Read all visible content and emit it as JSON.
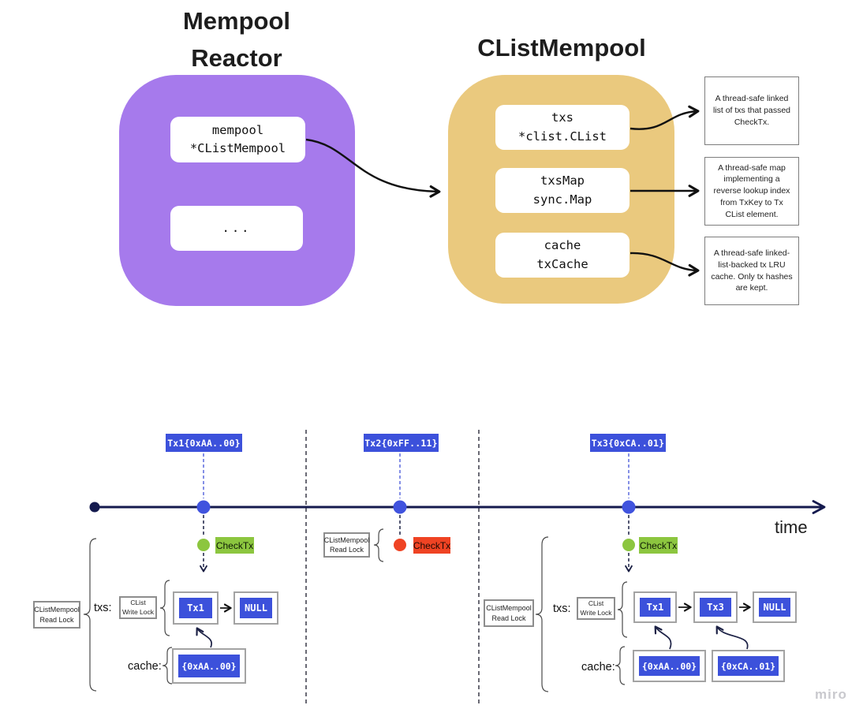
{
  "board": {
    "reactor": {
      "title_line1": "Mempool",
      "title_line2": "Reactor",
      "pill_main_line1": "mempool",
      "pill_main_line2": "*CListMempool",
      "pill_ellipsis": "..."
    },
    "clist": {
      "title": "CListMempool",
      "pills": [
        {
          "line1": "txs",
          "line2": "*clist.CList"
        },
        {
          "line1": "txsMap",
          "line2": "sync.Map"
        },
        {
          "line1": "cache",
          "line2": "txCache"
        }
      ]
    },
    "notes": [
      "A thread-safe linked list of txs that passed CheckTx.",
      "A thread-safe map implementing a reverse lookup index from TxKey to Tx CList element.",
      "A thread-safe linked-list-backed tx LRU cache. Only tx hashes are kept."
    ]
  },
  "timeline": {
    "time_label": "time",
    "events": [
      {
        "badge": "Tx1{0xAA..00}",
        "check_label": "CheckTx",
        "result": "pass"
      },
      {
        "badge": "Tx2{0xFF..11}",
        "check_label": "CheckTx",
        "result": "fail"
      },
      {
        "badge": "Tx3{0xCA..01}",
        "check_label": "CheckTx",
        "result": "pass"
      }
    ]
  },
  "states": {
    "read_lock_line1": "CListMempool",
    "read_lock_line2": "Read Lock",
    "write_lock_line1": "CList",
    "write_lock_line2": "Write Lock",
    "txs_label": "txs:",
    "cache_label": "cache:",
    "state_tx1": {
      "nodes": [
        "Tx1",
        "NULL"
      ],
      "cache": [
        "{0xAA..00}"
      ]
    },
    "state_tx3": {
      "nodes": [
        "Tx1",
        "Tx3",
        "NULL"
      ],
      "cache": [
        "{0xAA..00}",
        "{0xCA..01}"
      ]
    }
  },
  "watermark": "miro",
  "colors": {
    "purple": "#a67aec",
    "yellow": "#eac97e",
    "blue": "#3c51db",
    "navy": "#141a4e",
    "green": "#8cc63f",
    "red": "#ef4323"
  }
}
